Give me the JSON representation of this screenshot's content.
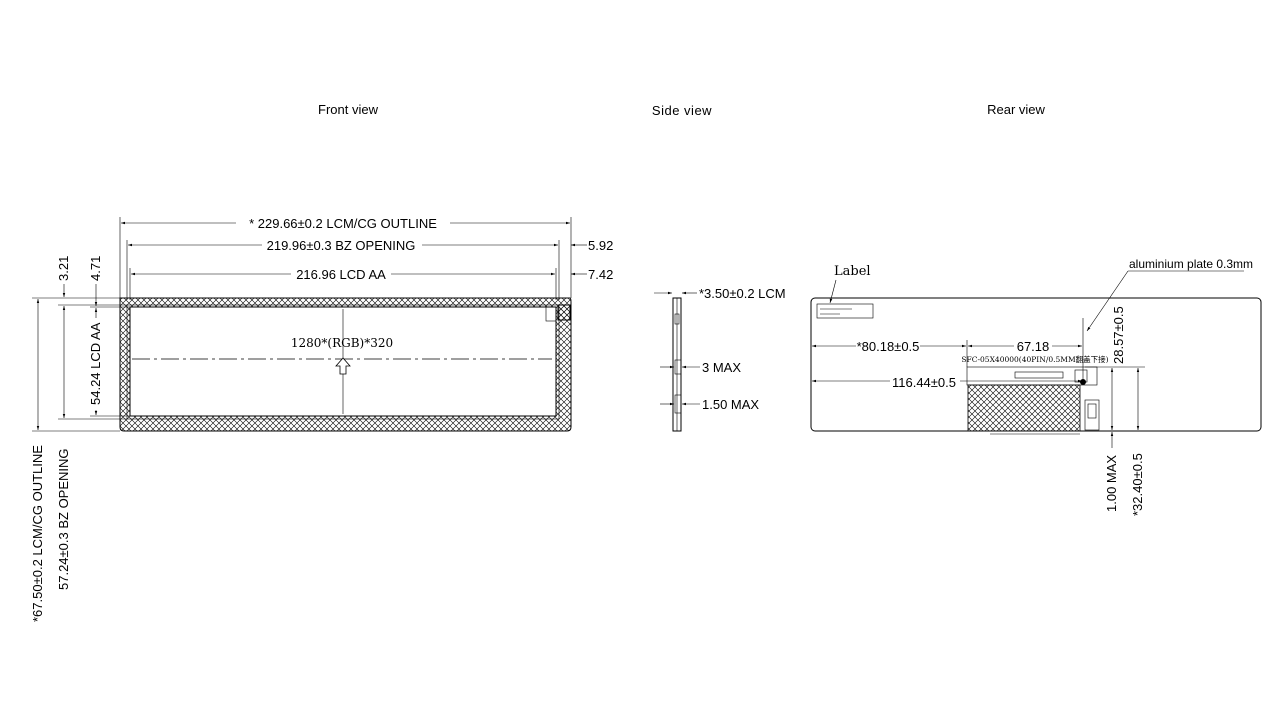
{
  "views": {
    "front": "Front view",
    "side": "Side view",
    "rear": "Rear view"
  },
  "front": {
    "dim_outline_width": "* 229.66±0.2 LCM/CG  OUTLINE",
    "dim_bz_width": "219.96±0.3 BZ OPENING",
    "dim_aa_width": "216.96 LCD AA",
    "dim_right_1": "5.92",
    "dim_right_2": "7.42",
    "dim_top_1": "3.21",
    "dim_top_2": "4.71",
    "dim_aa_height": "54.24 LCD AA",
    "dim_outline_height": "*67.50±0.2 LCM/CG OUTLINE",
    "dim_bz_height": "57.24±0.3 BZ OPENING",
    "resolution": "1280*(RGB)*320"
  },
  "side": {
    "dim_lcm": "*3.50±0.2 LCM",
    "dim_max_1": "3 MAX",
    "dim_max_2": "1.50 MAX"
  },
  "rear": {
    "label": "Label",
    "plate": "aluminium plate 0.3mm",
    "dim_a": "*80.18±0.5",
    "dim_b": "67.18",
    "dim_c": "116.44±0.5",
    "dim_d": "28.57±0.5",
    "dim_e": "1.00 MAX",
    "dim_f": "*32.40±0.5",
    "fpc_text": "SFC-05X40000(40PIN/0.5MM翻盖下接)"
  }
}
